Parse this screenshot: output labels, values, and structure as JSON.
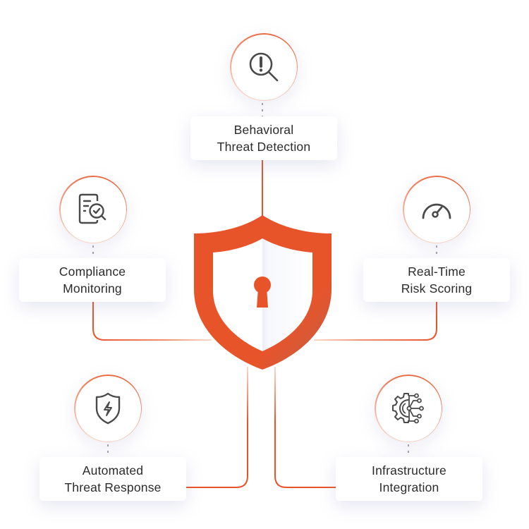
{
  "diagram": {
    "center": {
      "icon": "shield-keyhole-icon",
      "accent_color": "#e8542a"
    },
    "nodes": [
      {
        "id": "behavioral",
        "icon": "alert-magnifier-icon",
        "line1": "Behavioral",
        "line2": "Threat Detection"
      },
      {
        "id": "compliance",
        "icon": "document-check-search-icon",
        "line1": "Compliance",
        "line2": "Monitoring"
      },
      {
        "id": "risk",
        "icon": "gauge-icon",
        "line1": "Real-Time",
        "line2": "Risk Scoring"
      },
      {
        "id": "response",
        "icon": "shield-bolt-icon",
        "line1": "Automated",
        "line2": "Threat Response"
      },
      {
        "id": "infrastructure",
        "icon": "gear-network-icon",
        "line1": "Infrastructure",
        "line2": "Integration"
      }
    ],
    "colors": {
      "accent": "#e8542a",
      "icon_stroke": "#4a4a4a",
      "text": "#2b2b2b",
      "dotted_line": "#8a8aa8"
    }
  }
}
